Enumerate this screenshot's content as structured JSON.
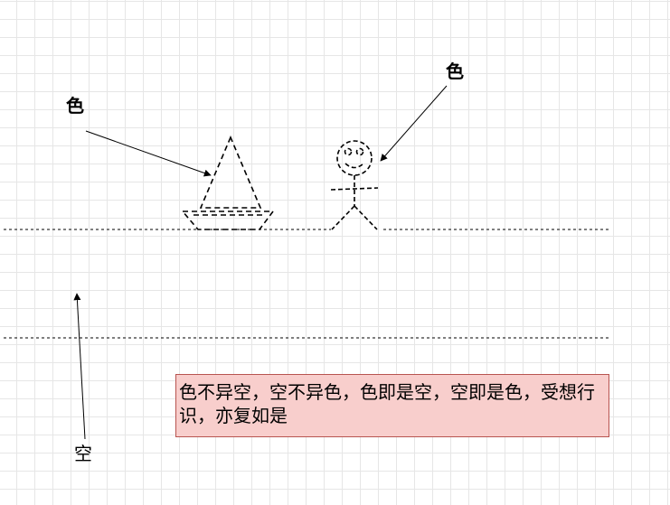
{
  "labels": {
    "se_left": "色",
    "se_right": "色",
    "kong": "空"
  },
  "note": {
    "text": "色不异空，空不异色，色即是空，空即是色，受想行识，亦复如是"
  },
  "colors": {
    "note_fill": "#f8cecc",
    "note_border": "#b85450",
    "grid": "#e6e6e6",
    "stroke": "#000000"
  }
}
